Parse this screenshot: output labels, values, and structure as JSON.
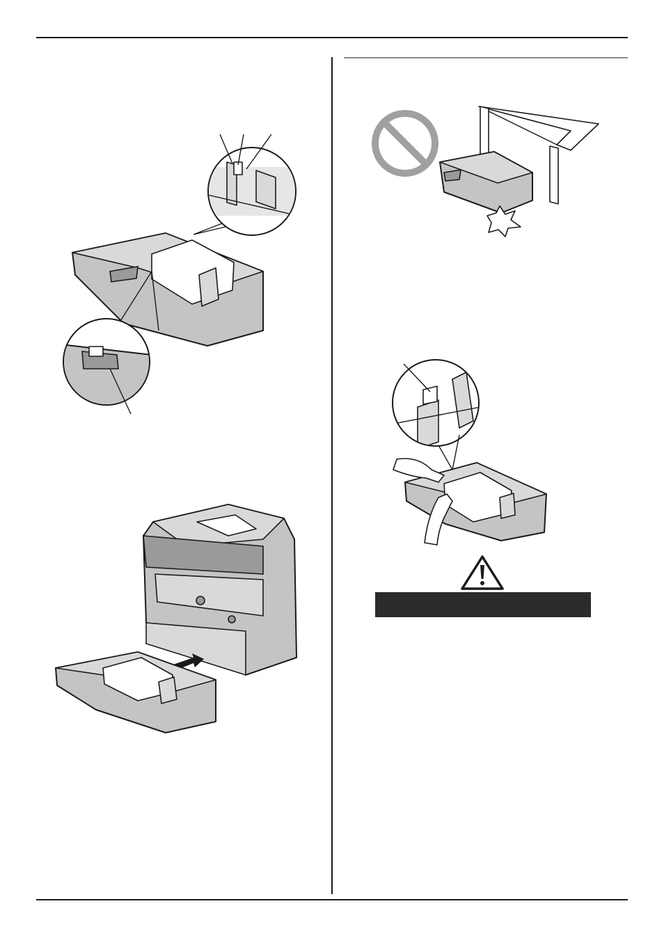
{
  "page": {
    "warning_banner": {
      "text": ""
    }
  },
  "figures": {
    "tray_loaded": {
      "icon": "paper-tray-guide-illustration"
    },
    "tray_insert": {
      "icon": "printer-insert-tray-illustration"
    },
    "do_not_drop": {
      "icon": "prohibition-sign-icon"
    },
    "tray_remove": {
      "icon": "hands-holding-tray-illustration"
    },
    "warning": {
      "icon": "warning-triangle-icon"
    }
  }
}
